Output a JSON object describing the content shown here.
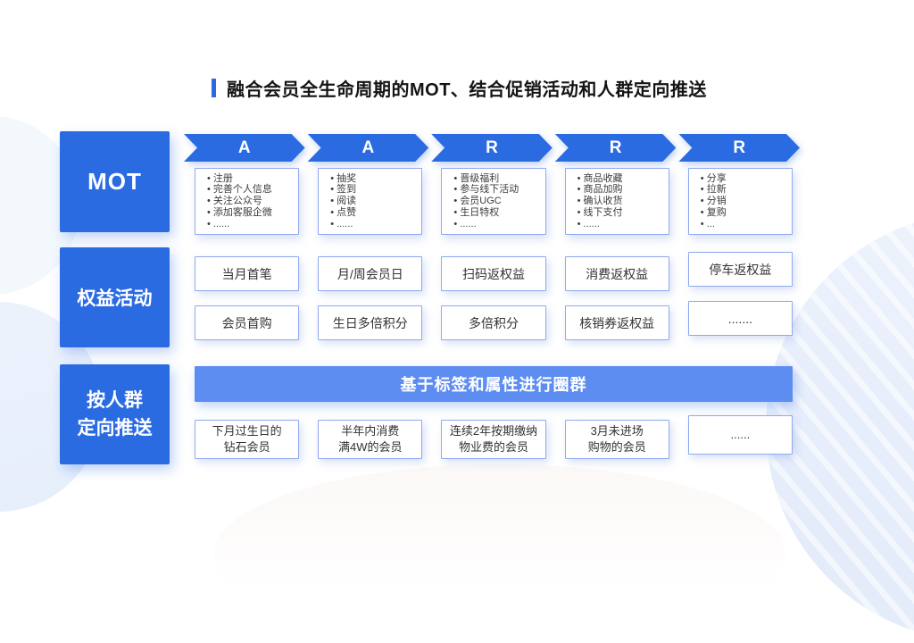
{
  "title": {
    "text": "融合会员全生命周期的MOT、结合促销活动和人群定向推送"
  },
  "colors": {
    "primary_blue": "#2B6BE2",
    "banner_blue": "#5E8DF2",
    "box_border_blue": "#8FA9F0",
    "title_text": "#141414",
    "body_text": "#333333"
  },
  "rows": {
    "mot": {
      "label": "MOT",
      "stages": [
        {
          "letter": "A",
          "items": [
            "注册",
            "完善个人信息",
            "关注公众号",
            "添加客服企微",
            "......"
          ]
        },
        {
          "letter": "A",
          "items": [
            "抽奖",
            "签到",
            "阅读",
            "点赞",
            "......"
          ]
        },
        {
          "letter": "R",
          "items": [
            "晋级福利",
            "参与线下活动",
            "会员UGC",
            "生日特权",
            "......"
          ]
        },
        {
          "letter": "R",
          "items": [
            "商品收藏",
            "商品加购",
            "确认收货",
            "线下支付",
            "......"
          ]
        },
        {
          "letter": "R",
          "items": [
            "分享",
            "拉新",
            "分销",
            "复购",
            "..."
          ]
        }
      ]
    },
    "benefits": {
      "label": "权益活动",
      "row1": [
        "当月首笔",
        "月/周会员日",
        "扫码返权益",
        "消费返权益",
        "停车返权益"
      ],
      "row2": [
        "会员首购",
        "生日多倍积分",
        "多倍积分",
        "核销券返权益",
        "......."
      ]
    },
    "push": {
      "label": "按人群\n定向推送",
      "banner": "基于标签和属性进行圈群",
      "groups": [
        "下月过生日的\n钻石会员",
        "半年内消费\n满4W的会员",
        "连续2年按期缴纳\n物业费的会员",
        "3月未进场\n购物的会员",
        "......"
      ]
    }
  }
}
